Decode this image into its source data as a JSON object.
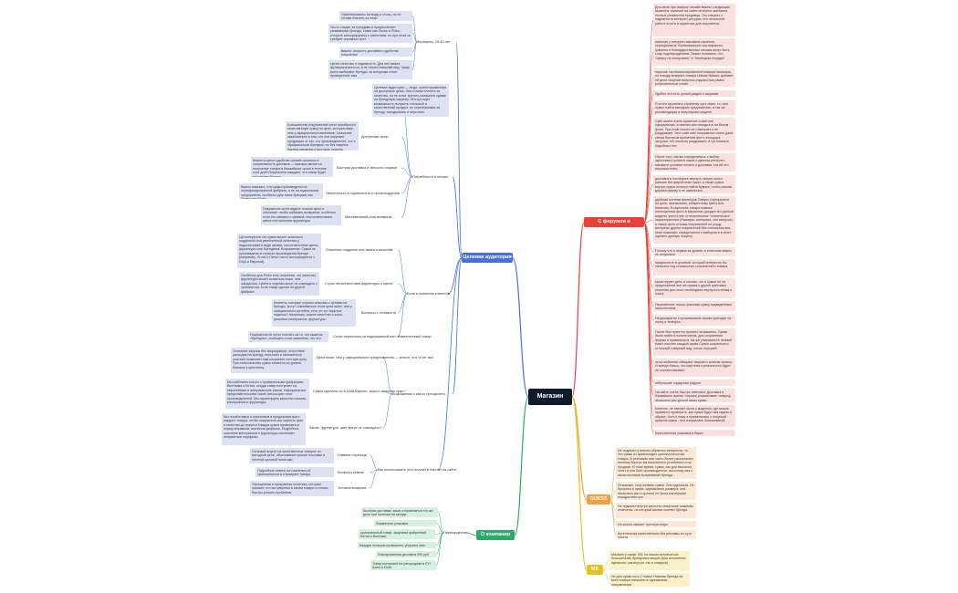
{
  "root": {
    "label": "Магазин"
  },
  "colors": {
    "blue": "#4a6fd8",
    "red": "#e8403a",
    "orange": "#f0a040",
    "green": "#2fa868",
    "yellow": "#e8c020",
    "center": "#0d1b2a"
  },
  "blue": {
    "hub": "Целевая аудитория",
    "b1": {
      "label": "Женщины, 25-45 лет",
      "items": [
        "Ориентированы на моду и стиль, но не готовы платить за люкс",
        "Часто следят за трендами и предпочитают узнаваемые бренды, такие как Guess и Pinko, которые ассоциируются с качеством, но при этом не требуют огромных трат",
        "Важно: скорость доставки и удобство получения",
        "Ценят качество и надежность. Для них важна функциональность, а не только внешний вид. Чаще всего выбирают бренды, за которыми стоит проверенное имя"
      ]
    },
    "b2": {
      "label": "Потребности и печаль",
      "intro": "Целевая аудитория — люди, ориентированные на доступные цены. Они готовы платить за качество, но не хотят тратить излишние суммы на брендовую наценку. Эта ЦА ищет возможность получить стильный и качественный продукт, не переплачивая за бренду, холодильник и персонал",
      "subs": [
        {
          "label": "Доступные цены",
          "text": "Большинство покупателей хотят приобрести качественную сумку по цене, которая ниже, чем у официальных магазинов. Снижение закономерно в том, что они покупают продукцию от тех, кто производителей, что с официальным брендом, но без наценки бренда магазина и высокую наценку"
        },
        {
          "label": "Быстрая доставка и легкость покупки",
          "text": "Клиенты ценят удобство онлайн-шопинга и оперативность доставки — важным является получение товара в ближайшие сроки в течение трех дней Покупатели ожидают, что товар будет доставлен быстро"
        },
        {
          "label": "Уверенность в подлинности и происхождении",
          "text": "Важно показать, что сумки произведены на сертифицированной фабрике, а не на подпольном предприятии, особенно для таких брендов, как Guess или Pinko"
        },
        {
          "label": "Минимальный риск возврата",
          "text": "Покупатели хотят видеть точные фото и описание, чтобы избежать возвратов, особенно если это связано с заявкой, несоответствием цвета или качества фурнитуры"
        }
      ]
    },
    "b3": {
      "label": "Боли и опасения клиентов",
      "subs": [
        {
          "label": "Опасение подделки или низкого качества",
          "text": "ЦА волнуются что сумка может оказаться подделкой или увеличенной качества у недостатками в виде запаха, несоответствие цвета, фурнитуры или брендинга. Возражение: Сумки не произведены в странах производства бренда (например, Огнях и Пинко часто ассоциируются с ОЦА и Европой)"
        },
        {
          "label": "Страх несоответствия фурнитуры и цвета",
          "text": "Особенно для Pinko есть опасения, что качество фурнитуры может оказаться ниже, чем ожидалось. Цвета и отделка могут не совпадать с оригиналом, если товар сделан на другой фабрике"
        },
        {
          "label": "Вопросы о стоимости",
          "text": "Клиенты, которые хорошо знакомы с ценами на бренды, могут сомневаться: если цена ниже, чем у официального ритейла, есть ли тут скрытые подвохи? Например, низкое качество и кожи, дешевых материалов, фурнитуры"
        },
        {
          "label": "Страх переплаты за подержанный или неавтентичный товар",
          "text": "Покупатели не хотят платить за то, что кажется «брендом», сообщено если заменены, что это брак"
        }
      ]
    },
    "b4": {
      "label": "Возражения и как их преодолеть",
      "subs": [
        {
          "label": "Цена ниже, чем у официального представителя — значит, что-то не так!",
          "text": "Описание закупок без посредников, отсутствие расходов на аренду, персонал и таможенные платежи позволяет нам сохранить честную цену. При этом качество сумок остается на уровне, близком к оригиналу"
        },
        {
          "label": "Сумки сделаны не в США/Европе, значит качество хуже?",
          "text": "Мы работаем только с проверенными фабриками Вьетнама и Китая, откуда товар поступает на европейские и американские рынки. Официальные представительства также используют этих производителей. Мы гарантируем качество пошива, материалов и фурнитуры"
        },
        {
          "label": "Запах, фурнитура, цвет могут не совпадать?",
          "text": "Мы позаботимся о описанием и предлагаем фото каждого товара, чтобы покупатель мог оценить цвет и качество до покупки Каждая сумка проверяется перед отправкой, исключая дефекты. Подробное описание материалов и фурнитуры исключает неприятные сюрпризы"
        }
      ]
    },
    "b5": {
      "label": "Как использовать этот анализ в текстах на сайте",
      "subs": [
        {
          "label": "Главная страница",
          "text": "Сильный акцент на качественных товарах по выгодной цене, обоснование причин поставки и честной ценовой политики"
        },
        {
          "label": "Вопросы-ответы",
          "text": "Подробное ответы на сомнения об оригинальности и возврате товара"
        },
        {
          "label": "Условия возврата",
          "text": "Упрощенная и прозрачная политика, которая покажет, что мы уверены в своем товаре и готовы быстро решать проблемы"
        }
      ]
    }
  },
  "red": {
    "hub": "С форумов и отзывиков",
    "items": [
      "Для меня при покупке онлайн важны следующие моменты: наличие на сайте интернет-магазина полных реквизитов продавца. Это говорит, о надежности интернет-ресурса, его легальной работе в сети и гарантиях для покупателя",
      "наличие у интернет-магазина гарантии, сертификатов. Всевозможные сертификаты, грамоты и благодарственные письма могут быть тому подтверждением. Важно понимать, что \"сверху не копировать\" в \"Немецком порядке\"",
      "наличие систематизированной позиции магазина по поводу возврата товара.Новым бывает, добавит ей дело спорные вопросы рядовостью рамок установленной схеме.",
      "Удобно что есть целый раздел с акциями",
      "Я хотел прочитать страничку чуть ниже, то, чем нужно найти выгодное предложение, а так же рекомендации и популярные модели",
      "Сайт имеет очень приятное и светлое оформление, а именно все находится на белом фоне. При этом ничего не отвлекает и не раздражает. Этот сайт мне понравился очень даже своим быстрым временем фото площадок загрузки, это немного раздражает, а тут немного подобного нет",
      "После того, как вы определились с выбор: однозначно узнаете какие в данном интернет-магазине условия оплаты и доставки, так ей это неконсистенто",
      "доставка в последнее вернуть сверху много раньше без фирменных пакет, а также сумки, внутри сумки отлично найти бумага, чтобы рюкзак держал форму и не сминалась",
      "удобная система фильтров Товары сортируются по цене, назначению, конкретному цвету или наличию. В карточках товара помимо полноценных фото в вариантах (раздел ten данной модели, учесть все отличительные \"технические\" характеристики (Размеры, материал, тип выпуска), а также фото отзывы покупателей по уходу, интересы других покупателей без отношения все этим помогают определиться с выбором и в итоге оценить данную покупку",
      "Потому что я первое за уровне, и клиентам важно не отпускали",
      "предпочтите в целевой, который интересно бы написать под стоимостью сохраненного товара",
      "гарантируют день и считаю, что и сумки не на предложение все же сумма и другие цветовые решения для этого необходимо вернуться снова в поиск",
      "Нерешенное только упаковки сумку подведенным наполнением",
      "Неоднократно с проживанием заказа приходят на почту и телефон.",
      "После был приятно приятно за машины. Сумки были найти в полиэтилены, для сохранения формы и правильны в так же упакованы в личный пакет логотип каждый сумки Сумка сохранила и отличный товарный вид, после хорошей.",
      "если любители обещают покупки к ровном сильно. И всегда боюсь, что картинка и реальность будет не соответствовать",
      "небольшие подарочки радуют",
      "На сайте очень быстро отвечают. Доставка в ближайшее время. Хорошо упаковывают покупку, несколько раз урокой заказ сумки",
      "Конечно, не хватает фото с моделью, где можно примерно проверить, как сумка будет выглядеть в образе. Хотя к нему я применялась с покупкой красной сумки - она показалась большеватой.",
      "Качественная упаковка в бирке"
    ]
  },
  "orange": {
    "hub": "GUESS",
    "items": [
      "Не подошел у многих обратных интересов, то, что сумки из превосходно оригинальностью товара. В реплижах они часто более располагает, поэтому быстро вы начинаются установить и на продаже. В тоже время, сумки, как для высокого стоят и она бьёт производителя, поскольку она с начисленными пользования бренда",
      "Отзывных, хочу назвать сумки. Они идеальны. Не брошено в сумке, одинакового размера, она нисколько (вы и срочно) не была как вершие порядок вектора",
      "Не подошел внутри качество печатание номинам отмечены, на который малые соответ бренда",
      "Но коплю хватает пренера коврь",
      "Аутентичная качественные без рекламы по сути зноста"
    ]
  },
  "green": {
    "hub": "О компании",
    "branch": "Преимущества",
    "items": [
      "Быстрая доставка, заказ отправляется тот же день при наличии на складе",
      "Фирменная упаковка",
      "оригинальный товар, закупаем фабричный Китая и Вьетнам",
      "Каждую позицию проверяем, убираем англ.",
      "Фиксированная доставка 300 руб",
      "Товар поступают на распродаже в ЕУ/Азию и США"
    ]
  },
  "yellow": {
    "hub": "МК",
    "items": [
      "Магазин у сумки 195, не нашли встречаться большинство брендовых вещей (фах исполнены идеально, как внутри, так и снаружи)",
      "Не для сумки есть 2 новые Новинки бренда на всех номера написано в одинаковом направлении"
    ]
  }
}
